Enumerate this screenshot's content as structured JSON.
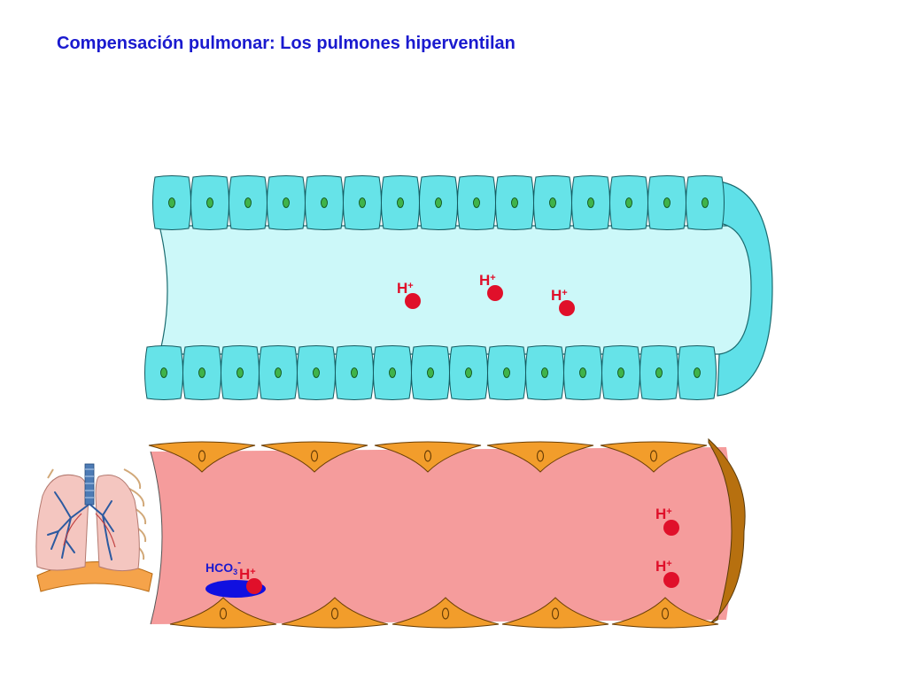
{
  "title": "Compensación pulmonar: Los pulmones hiperventilan",
  "ion_symbol": "H",
  "ion_charge": "+",
  "bicarbonate_symbol": "HCO",
  "bicarbonate_subscript": "3",
  "bicarbonate_charge": "-",
  "colors": {
    "title": "#1a1acf",
    "alveolus_cells": "#66e3e8",
    "alveolus_lumen": "#ccf8f9",
    "capillary_lumen": "#f59c9c",
    "endothelial_cells": "#f29d2b",
    "capillary_wall": "#b7700f",
    "hydrogen_ion": "#e0102a",
    "bicarbonate": "#1010e0"
  },
  "icons": [
    "lungs-icon"
  ]
}
